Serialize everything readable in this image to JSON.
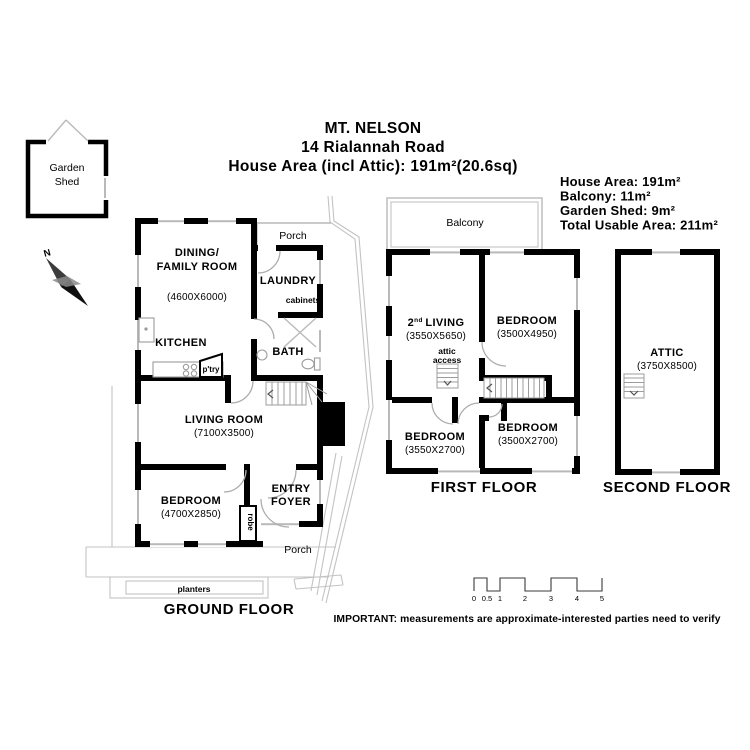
{
  "title": {
    "line1": "MT. NELSON",
    "line2": "14 Rialannah Road",
    "line3": "House Area (incl Attic): 191m²(20.6sq)"
  },
  "area_summary": {
    "house_area": "House Area: 191m²",
    "balcony": "Balcony: 11m²",
    "garden_shed": "Garden Shed: 9m²",
    "total": "Total Usable Area: 211m²"
  },
  "garden_shed": {
    "line1": "Garden",
    "line2": "Shed"
  },
  "compass": {
    "label": "N"
  },
  "ground_floor": {
    "title": "GROUND FLOOR",
    "dining_name1": "DINING/",
    "dining_name2": "FAMILY ROOM",
    "dining_dims": "(4600X6000)",
    "kitchen": "KITCHEN",
    "laundry": "LAUNDRY",
    "cabinets": "cabinets",
    "bath": "BATH",
    "pantry": "p'try",
    "living_name": "LIVING ROOM",
    "living_dims": "(7100X3500)",
    "bedroom_name": "BEDROOM",
    "bedroom_dims": "(4700X2850)",
    "robe": "robe",
    "entry1": "ENTRY",
    "entry2": "FOYER",
    "porch_top": "Porch",
    "porch_bottom": "Porch",
    "planters": "planters"
  },
  "first_floor": {
    "title": "FIRST FLOOR",
    "balcony": "Balcony",
    "living_prefix": "2",
    "living_sup": "nd",
    "living_rest": "LIVING",
    "living_dims": "(3550X5650)",
    "bedroom1_name": "BEDROOM",
    "bedroom1_dims": "(3500X4950)",
    "attic1": "attic",
    "attic2": "access",
    "bedroom2_name": "BEDROOM",
    "bedroom2_dims": "(3550X2700)",
    "bedroom3_name": "BEDROOM",
    "bedroom3_dims": "(3500X2700)"
  },
  "second_floor": {
    "title": "SECOND FLOOR",
    "attic_name": "ATTIC",
    "attic_dims": "(3750X8500)"
  },
  "scale_bar": {
    "labels": [
      "0",
      "0.5",
      "1",
      "2",
      "3",
      "4",
      "5"
    ]
  },
  "disclaimer": "IMPORTANT: measurements are approximate-interested parties need to verify",
  "colors": {
    "wall": "#000000",
    "thin_line": "#b9b9b9",
    "background": "#ffffff"
  }
}
